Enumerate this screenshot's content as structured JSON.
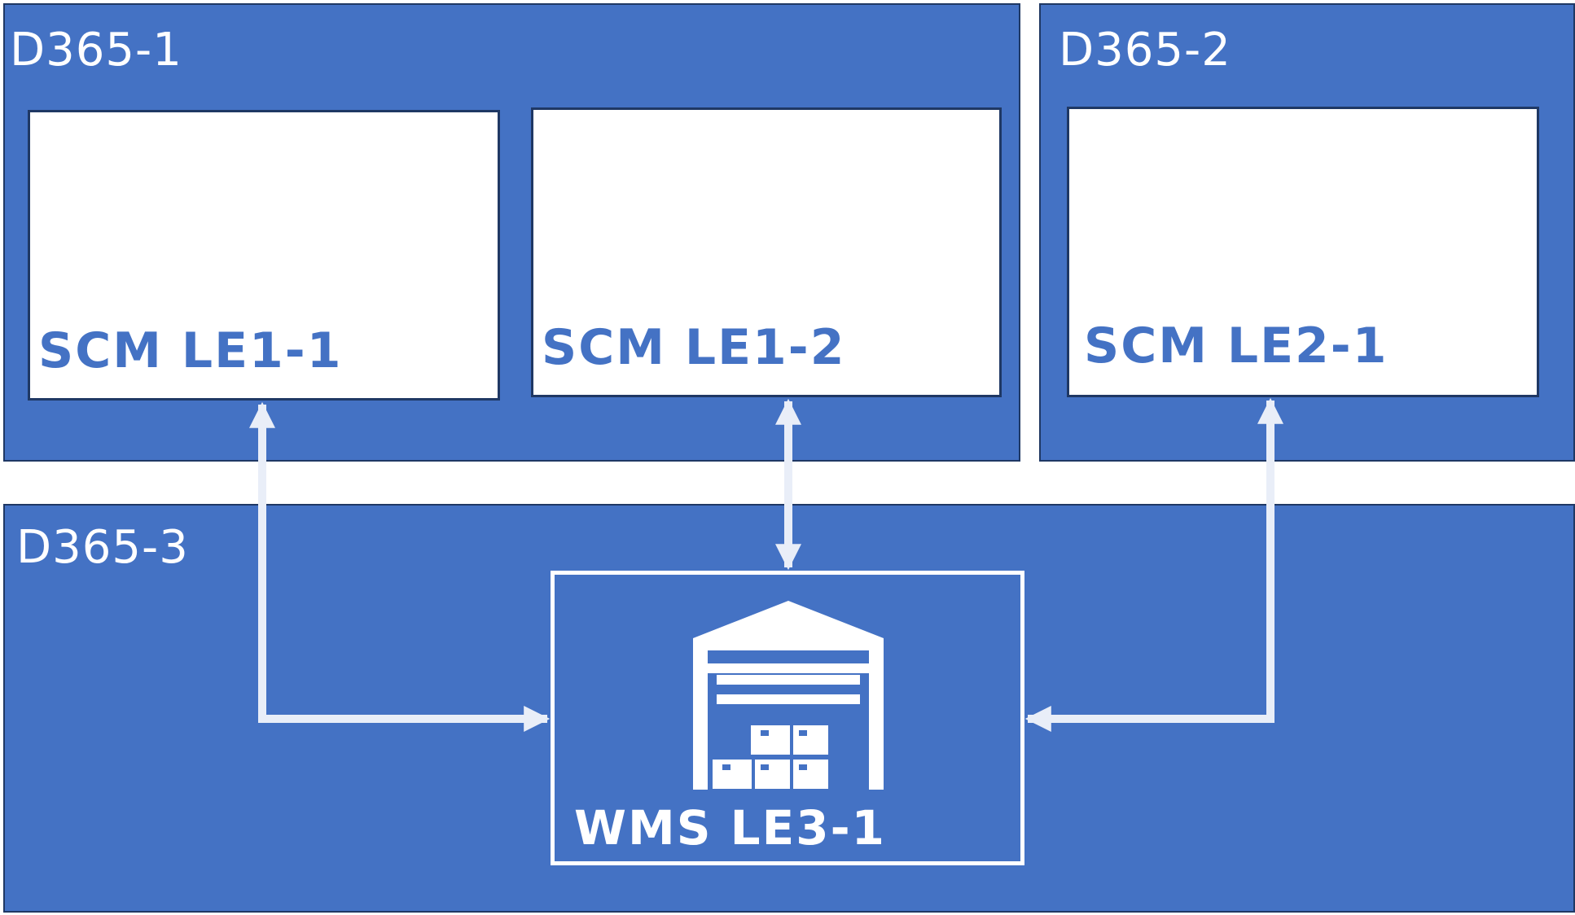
{
  "colors": {
    "env_fill": "#4472c4",
    "env_border": "#1f3864",
    "le_label": "#4472c4",
    "connector": "#e9eef8"
  },
  "environments": [
    {
      "label": "D365-1"
    },
    {
      "label": "D365-2"
    },
    {
      "label": "D365-3"
    }
  ],
  "legal_entities": [
    {
      "label": "SCM LE1-1"
    },
    {
      "label": "SCM LE1-2"
    },
    {
      "label": "SCM LE2-1"
    }
  ],
  "warehouse": {
    "label": "WMS LE3-1",
    "icon": "warehouse-icon"
  }
}
